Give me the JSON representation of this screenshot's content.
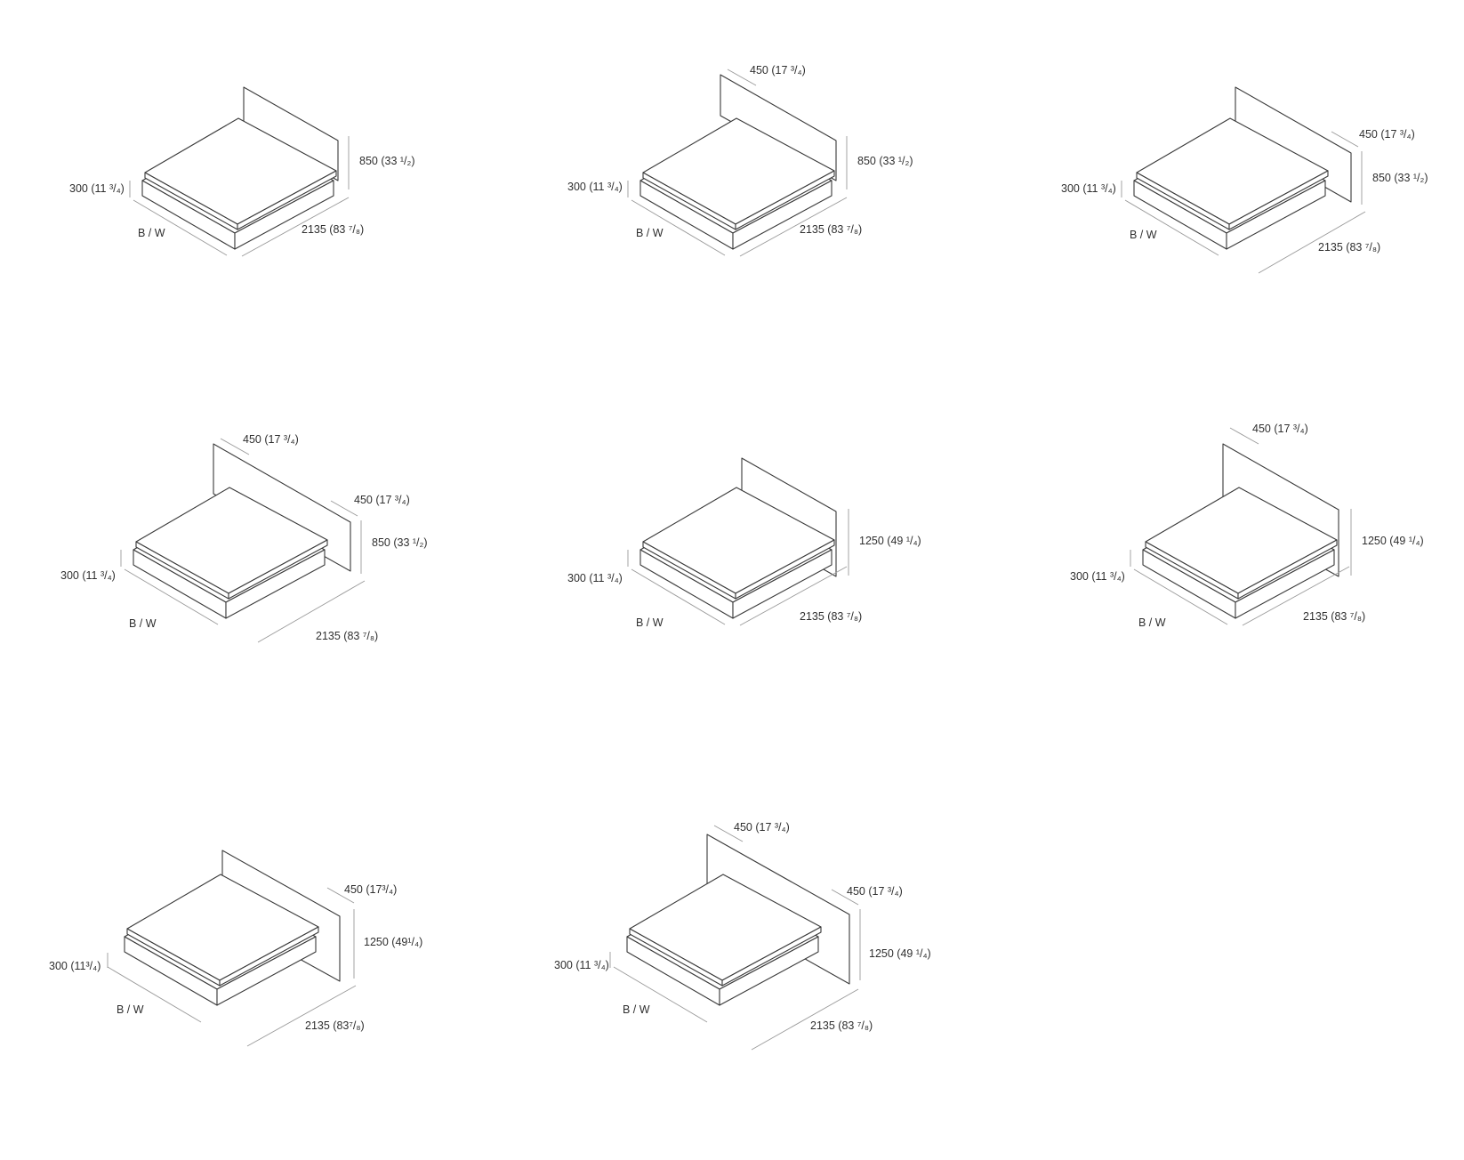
{
  "diagrams": [
    {
      "height": "850 (33 ¹/₂)",
      "length": "2135 (83 ⁷/₈)",
      "base": "300 (11 ³/₄)",
      "width": "B / W"
    },
    {
      "top_ext": "450 (17 ³/₄)",
      "height": "850 (33 ¹/₂)",
      "length": "2135 (83 ⁷/₈)",
      "base": "300 (11 ³/₄)",
      "width": "B / W"
    },
    {
      "side_ext": "450 (17 ³/₄)",
      "height": "850 (33 ¹/₂)",
      "length": "2135 (83 ⁷/₈)",
      "base": "300 (11 ³/₄)",
      "width": "B / W"
    },
    {
      "top_ext": "450 (17 ³/₄)",
      "side_ext": "450 (17 ³/₄)",
      "height": "850 (33 ¹/₂)",
      "length": "2135 (83 ⁷/₈)",
      "base": "300 (11 ³/₄)",
      "width": "B / W"
    },
    {
      "height": "1250 (49 ¹/₄)",
      "length": "2135 (83 ⁷/₈)",
      "base": "300 (11 ³/₄)",
      "width": "B / W"
    },
    {
      "top_ext": "450 (17 ³/₄)",
      "height": "1250 (49 ¹/₄)",
      "length": "2135 (83 ⁷/₈)",
      "base": "300 (11 ³/₄)",
      "width": "B / W"
    },
    {
      "side_ext": "450 (17³/₄)",
      "height": "1250 (49¹/₄)",
      "length": "2135 (83⁷/₈)",
      "base": "300 (11³/₄)",
      "width": "B / W"
    },
    {
      "top_ext": "450 (17 ³/₄)",
      "side_ext": "450 (17 ³/₄)",
      "height": "1250 (49 ¹/₄)",
      "length": "2135 (83 ⁷/₈)",
      "base": "300 (11 ³/₄)",
      "width": "B / W"
    }
  ]
}
